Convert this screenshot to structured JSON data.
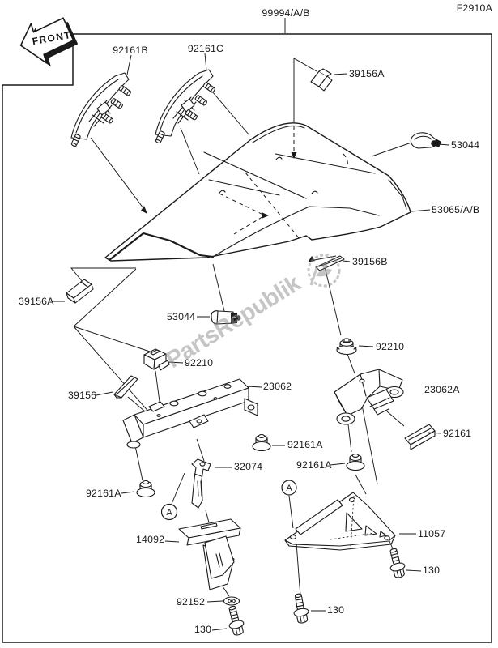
{
  "diagram": {
    "fiche_code": "F2910A",
    "kit_code": "99994/A/B",
    "front_marker": "FRONT",
    "detail_marker": "A",
    "watermark": {
      "text": "PartsRepublik",
      "color": "#8d8d8d"
    },
    "colors": {
      "line": "#1a1a1a",
      "background": "#ffffff"
    },
    "part_labels": [
      {
        "part": "92161B"
      },
      {
        "part": "92161C"
      },
      {
        "part": "39156A"
      },
      {
        "part": "53044"
      },
      {
        "part": "53065/A/B"
      },
      {
        "part": "39156B"
      },
      {
        "part": "39156A"
      },
      {
        "part": "53044"
      },
      {
        "part": "92210"
      },
      {
        "part": "23062"
      },
      {
        "part": "92210"
      },
      {
        "part": "23062A"
      },
      {
        "part": "92161"
      },
      {
        "part": "92161A"
      },
      {
        "part": "92161A"
      },
      {
        "part": "39156"
      },
      {
        "part": "92161A"
      },
      {
        "part": "32074"
      },
      {
        "part": "14092"
      },
      {
        "part": "11057"
      },
      {
        "part": "92152"
      },
      {
        "part": "130"
      },
      {
        "part": "130"
      },
      {
        "part": "130"
      }
    ]
  }
}
